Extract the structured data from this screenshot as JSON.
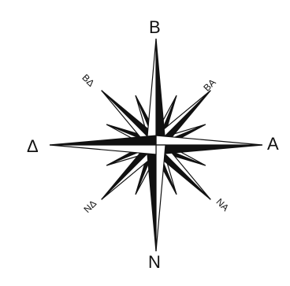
{
  "labels": {
    "north": "B",
    "south": "N",
    "east": "A",
    "west": "Δ",
    "northeast": "BA",
    "northwest": "BΔ",
    "southeast": "NA",
    "southwest": "NΔ"
  },
  "colors": {
    "ink": "#111111",
    "paper": "#ffffff"
  }
}
